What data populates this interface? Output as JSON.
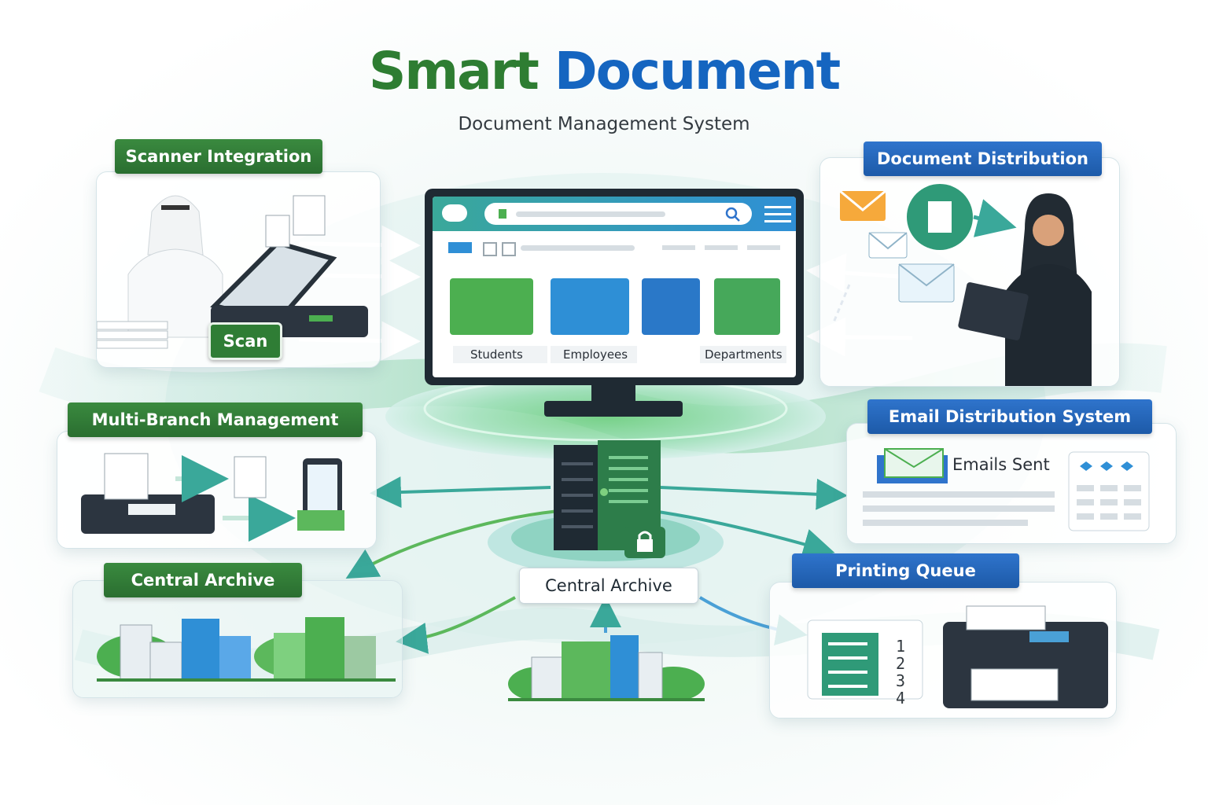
{
  "header": {
    "title_part1": "Smart",
    "title_part2": "Document",
    "subtitle": "Document Management System"
  },
  "modules": {
    "scanner": {
      "label": "Scanner Integration",
      "button": "Scan"
    },
    "distribution": {
      "label": "Document Distribution"
    },
    "multi_branch": {
      "label": "Multi-Branch Management"
    },
    "email": {
      "label": "Email Distribution System",
      "status": "Emails Sent"
    },
    "archive_left": {
      "label": "Central Archive"
    },
    "printing": {
      "label": "Printing Queue",
      "queue_numbers": [
        "1",
        "2",
        "3",
        "4"
      ]
    }
  },
  "monitor": {
    "folders": [
      {
        "label": "Students",
        "color": "#4caf50"
      },
      {
        "label": "Employees",
        "color": "#2e8fd6"
      },
      {
        "label": "Departments",
        "color": "#46a85a"
      }
    ]
  },
  "server": {
    "label": "Central Archive"
  },
  "colors": {
    "green": "#2e7d32",
    "blue": "#1565c0",
    "teal": "#3aa89a"
  }
}
